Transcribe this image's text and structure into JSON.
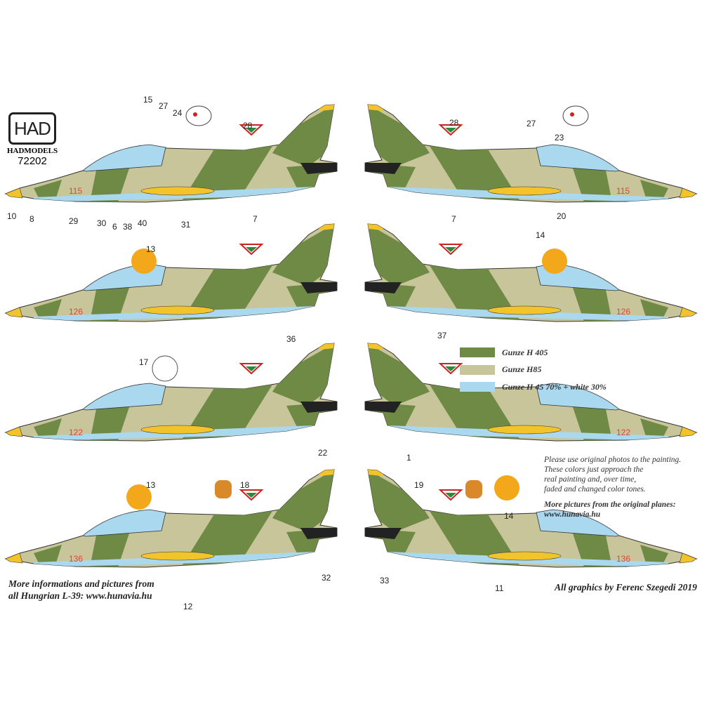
{
  "logo": {
    "mark": "HAD",
    "name": "HADMODELS",
    "code": "72202"
  },
  "colors": {
    "green": "#6f8a45",
    "tan": "#c9c59a",
    "light_blue": "#a9d8ef",
    "yellow": "#f2c32a",
    "serial_red": "#e0443a"
  },
  "aircraft": [
    {
      "serial": "115"
    },
    {
      "serial": "115"
    },
    {
      "serial": "126"
    },
    {
      "serial": "126"
    },
    {
      "serial": "122"
    },
    {
      "serial": "122"
    },
    {
      "serial": "136"
    },
    {
      "serial": "136"
    }
  ],
  "callouts": {
    "a1": [
      "15",
      "27",
      "24",
      "28",
      "10",
      "8",
      "29",
      "30",
      "6",
      "38",
      "40",
      "31",
      "7"
    ],
    "a2": [
      "28",
      "27",
      "23",
      "20",
      "7"
    ],
    "a3": [
      "13",
      "36"
    ],
    "a4": [
      "14",
      "37"
    ],
    "a5": [
      "17"
    ],
    "a7": [
      "22",
      "18",
      "13",
      "12",
      "32"
    ],
    "a8": [
      "1",
      "19",
      "14",
      "33",
      "11"
    ]
  },
  "legend": [
    {
      "label": "Gunze H 405",
      "color": "#6f8a45"
    },
    {
      "label": "Gunze H85",
      "color": "#c9c59a"
    },
    {
      "label": "Gunze H 45 70% + white 30%",
      "color": "#a9d8ef"
    }
  ],
  "note": {
    "lines": [
      "Please use original photos to the painting.",
      "These colors just approach the",
      "real painting and, over time,",
      "faded and changed color tones."
    ],
    "more_title": "More pictures from the original planes:",
    "more_url": "www.hunavia.hu"
  },
  "footer_left": [
    "More informations and pictures from",
    "all Hungrian L-39: www.hunavia.hu"
  ],
  "footer_right": "All graphics by Ferenc Szegedi 2019"
}
